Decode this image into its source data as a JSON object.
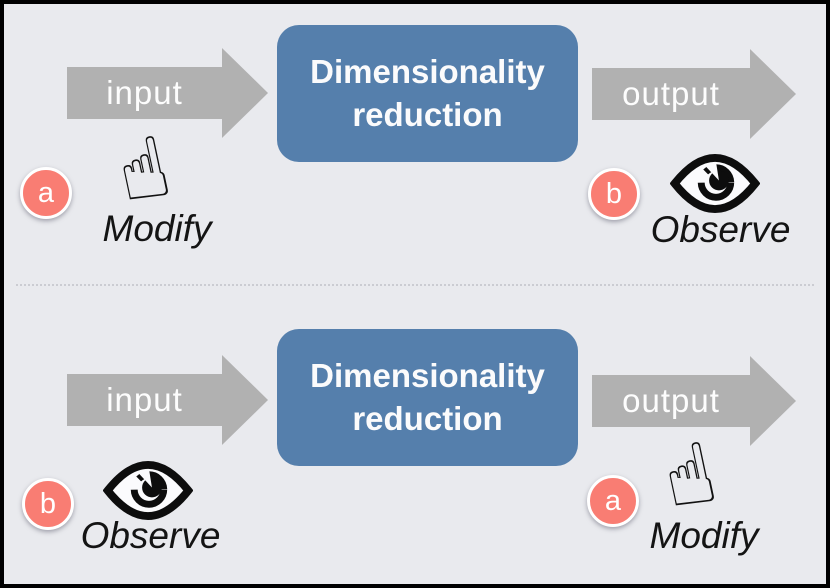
{
  "flow": {
    "process_label": "Dimensionality reduction",
    "input_label": "input",
    "output_label": "output",
    "hand_glyph": "☝",
    "top_row": {
      "left": {
        "badge": "a",
        "icon": "hand-pointer-icon",
        "label": "Modify"
      },
      "right": {
        "badge": "b",
        "icon": "eye-icon",
        "label": "Observe"
      }
    },
    "bottom_row": {
      "left": {
        "badge": "b",
        "icon": "eye-icon",
        "label": "Observe"
      },
      "right": {
        "badge": "a",
        "icon": "hand-pointer-icon",
        "label": "Modify"
      }
    },
    "colors": {
      "background": "#e9eaee",
      "process_box": "#557fac",
      "arrow": "#b1b1b1",
      "badge": "#f97d73",
      "icon_ink": "#0d0d0d",
      "frame": "#000000"
    }
  }
}
